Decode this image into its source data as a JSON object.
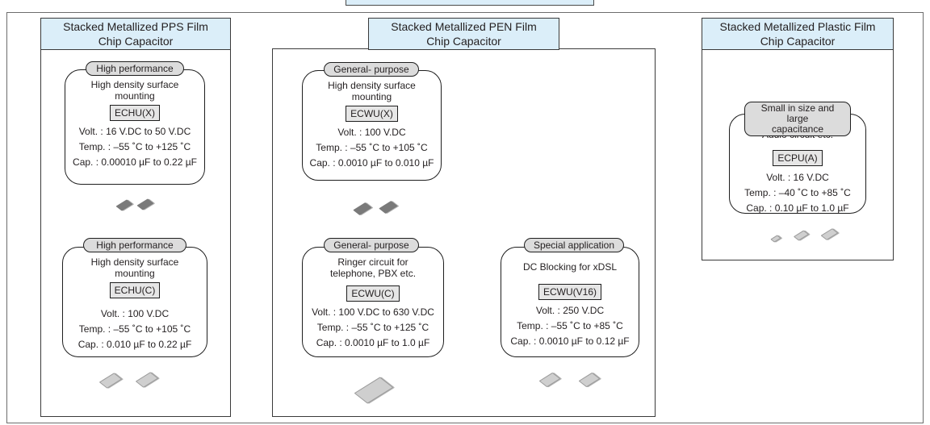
{
  "groups": [
    {
      "title": "Stacked Metallized PPS Film\nChip Capacitor"
    },
    {
      "title": "Stacked Metallized PEN Film\nChip Capacitor"
    },
    {
      "title": "Stacked Metallized Plastic Film\nChip Capacitor"
    }
  ],
  "cards": {
    "echu_x": {
      "badge": "High performance",
      "desc": "High density surface\nmounting",
      "model": "ECHU(X)",
      "volt": "Volt. : 16 V.DC to 50 V.DC",
      "temp": "Temp. : –55 ˚C to +125 ˚C",
      "cap": "Cap. : 0.00010 µF to 0.22 µF"
    },
    "echu_c": {
      "badge": "High performance",
      "desc": "High density surface\nmounting",
      "model": "ECHU(C)",
      "volt": "Volt. : 100 V.DC",
      "temp": "Temp. : –55 ˚C to +105 ˚C",
      "cap": "Cap. : 0.010 µF to 0.22 µF"
    },
    "ecwu_x": {
      "badge": "General- purpose",
      "desc": "High density surface\nmounting",
      "model": "ECWU(X)",
      "volt": "Volt. : 100 V.DC",
      "temp": "Temp. : –55 ˚C to +105 ˚C",
      "cap": "Cap. : 0.0010 µF to 0.010 µF"
    },
    "ecwu_c": {
      "badge": "General- purpose",
      "desc": "Ringer circuit for\ntelephone, PBX etc.",
      "model": "ECWU(C)",
      "volt": "Volt. : 100 V.DC to 630 V.DC",
      "temp": "Temp. : –55 ˚C to +125 ˚C",
      "cap": "Cap. : 0.0010 µF to 1.0 µF"
    },
    "ecwu_v16": {
      "badge": "Special application",
      "desc": "DC Blocking for xDSL",
      "model": "ECWU(V16)",
      "volt": "Volt. : 250 V.DC",
      "temp": "Temp. : –55 ˚C to +85 ˚C",
      "cap": "Cap. : 0.0010 µF to 0.12 µF"
    },
    "ecpu_a": {
      "badge": "Small in size and large\ncapacitance",
      "desc": "Audio circuit etc.",
      "model": "ECPU(A)",
      "volt": "Volt. : 16 V.DC",
      "temp": "Temp. : –40 ˚C to +85 ˚C",
      "cap": "Cap. : 0.10 µF to 1.0 µF"
    }
  },
  "icons": [
    "capacitor-chip-icon"
  ],
  "colors": {
    "header_fill": "#dbeef9",
    "badge_fill": "#dcdcdc",
    "model_fill": "#e6e6e6"
  }
}
